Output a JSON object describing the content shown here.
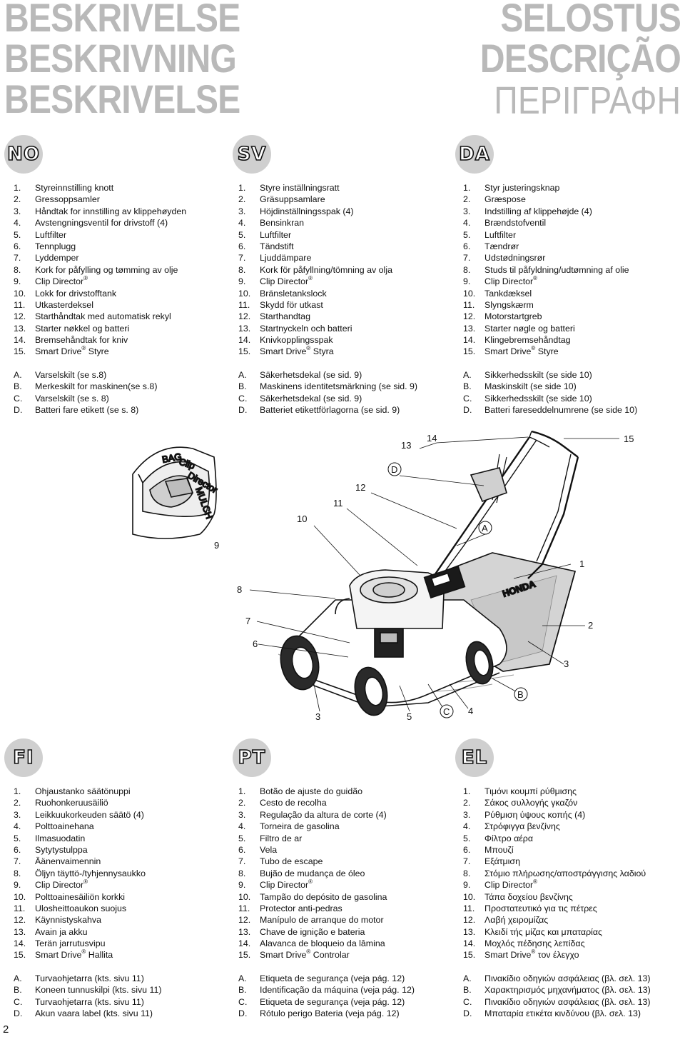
{
  "page": {
    "title_left": [
      "BESKRIVELSE",
      "BESKRIVNING",
      "BESKRIVELSE"
    ],
    "title_right": [
      "SELOSTUS",
      "DESCRIÇÃO",
      "ΠΕΡΙΓΡΑΦΗ"
    ],
    "page_number": "2"
  },
  "sections": {
    "no": {
      "code": "NO",
      "items": [
        {
          "n": "1.",
          "t": "Styreinnstilling knott"
        },
        {
          "n": "2.",
          "t": "Gressoppsamler"
        },
        {
          "n": "3.",
          "t": "Håndtak for innstilling av klippehøyden"
        },
        {
          "n": "4.",
          "t": "Avstengningsventil for drivstoff (4)"
        },
        {
          "n": "5.",
          "t": "Luftfilter"
        },
        {
          "n": "6.",
          "t": "Tennplugg"
        },
        {
          "n": "7.",
          "t": "Lyddemper"
        },
        {
          "n": "8.",
          "t": "Kork for påfylling og tømming av olje"
        },
        {
          "n": "9.",
          "t": "Clip Director",
          "sup": "®"
        },
        {
          "n": "10.",
          "t": "Lokk for drivstofftank"
        },
        {
          "n": "11.",
          "t": "Utkasterdeksel"
        },
        {
          "n": "12.",
          "t": "Starthåndtak med automatisk rekyl"
        },
        {
          "n": "13.",
          "t": "Starter nøkkel og batteri"
        },
        {
          "n": "14.",
          "t": "Bremsehåndtak for kniv"
        },
        {
          "n": "15.",
          "t": "Smart Drive",
          "sup": "®",
          "t2": " Styre"
        }
      ],
      "labels": [
        {
          "n": "A.",
          "t": "Varselskilt (se s.8)"
        },
        {
          "n": "B.",
          "t": "Merkeskilt for maskinen(se s.8)"
        },
        {
          "n": "C.",
          "t": "Varselskilt (se s. 8)"
        },
        {
          "n": "D.",
          "t": "Batteri fare etikett (se s. 8)"
        }
      ]
    },
    "sv": {
      "code": "SV",
      "items": [
        {
          "n": "1.",
          "t": "Styre inställningsratt"
        },
        {
          "n": "2.",
          "t": "Gräsuppsamlare"
        },
        {
          "n": "3.",
          "t": "Höjdinställningsspak (4)"
        },
        {
          "n": "4.",
          "t": "Bensinkran"
        },
        {
          "n": "5.",
          "t": "Luftfilter"
        },
        {
          "n": "6.",
          "t": "Tändstift"
        },
        {
          "n": "7.",
          "t": "Ljuddämpare"
        },
        {
          "n": "8.",
          "t": "Kork för påfyllning/tömning av olja"
        },
        {
          "n": "9.",
          "t": "Clip Director",
          "sup": "®"
        },
        {
          "n": "10.",
          "t": "Bränsletankslock"
        },
        {
          "n": "11.",
          "t": "Skydd för utkast"
        },
        {
          "n": "12.",
          "t": "Starthandtag"
        },
        {
          "n": "13.",
          "t": "Startnyckeln och batteri"
        },
        {
          "n": "14.",
          "t": "Knivkopplingsspak"
        },
        {
          "n": "15.",
          "t": "Smart Drive",
          "sup": "®",
          "t2": " Styra"
        }
      ],
      "labels": [
        {
          "n": "A.",
          "t": "Säkerhetsdekal (se sid. 9)"
        },
        {
          "n": "B.",
          "t": "Maskinens identitetsmärkning (se sid. 9)"
        },
        {
          "n": "C.",
          "t": "Säkerhetsdekal (se sid. 9)"
        },
        {
          "n": "D.",
          "t": "Batteriet etikettförlagorna (se sid. 9)"
        }
      ]
    },
    "da": {
      "code": "DA",
      "items": [
        {
          "n": "1.",
          "t": "Styr justeringsknap"
        },
        {
          "n": "2.",
          "t": "Græspose"
        },
        {
          "n": "3.",
          "t": "Indstilling af klippehøjde (4)"
        },
        {
          "n": "4.",
          "t": "Brændstofventil"
        },
        {
          "n": "5.",
          "t": "Luftfilter"
        },
        {
          "n": "6.",
          "t": "Tændrør"
        },
        {
          "n": "7.",
          "t": "Udstødningsrør"
        },
        {
          "n": "8.",
          "t": "Studs til påfyldning/udtømning af olie"
        },
        {
          "n": "9.",
          "t": "Clip Director",
          "sup": "®"
        },
        {
          "n": "10.",
          "t": "Tankdæksel"
        },
        {
          "n": "11.",
          "t": "Slyngskærm"
        },
        {
          "n": "12.",
          "t": "Motorstartgreb"
        },
        {
          "n": "13.",
          "t": "Starter nøgle og batteri"
        },
        {
          "n": "14.",
          "t": "Klingebremsehåndtag"
        },
        {
          "n": "15.",
          "t": "Smart Drive",
          "sup": "®",
          "t2": " Styre"
        }
      ],
      "labels": [
        {
          "n": "A.",
          "t": "Sikkerhedsskilt (se side 10)"
        },
        {
          "n": "B.",
          "t": "Maskinskilt (se side 10)"
        },
        {
          "n": "C.",
          "t": "Sikkerhedsskilt (se side 10)"
        },
        {
          "n": "D.",
          "t": "Batteri fareseddelnumrene (se side 10)"
        }
      ]
    },
    "fi": {
      "code": "FI",
      "items": [
        {
          "n": "1.",
          "t": "Ohjaustanko säätönuppi"
        },
        {
          "n": "2.",
          "t": "Ruohonkeruusäiliö"
        },
        {
          "n": "3.",
          "t": "Leikkuukorkeuden säätö (4)"
        },
        {
          "n": "4.",
          "t": "Polttoainehana"
        },
        {
          "n": "5.",
          "t": "Ilmasuodatin"
        },
        {
          "n": "6.",
          "t": "Sytytystulppa"
        },
        {
          "n": "7.",
          "t": "Äänenvaimennin"
        },
        {
          "n": "8.",
          "t": "Öljyn täyttö-/tyhjennysaukko"
        },
        {
          "n": "9.",
          "t": "Clip Director",
          "sup": "®"
        },
        {
          "n": "10.",
          "t": "Polttoainesäiliön korkki"
        },
        {
          "n": "11.",
          "t": "Ulosheittoaukon suojus"
        },
        {
          "n": "12.",
          "t": "Käynnistyskahva"
        },
        {
          "n": "13.",
          "t": "Avain ja akku"
        },
        {
          "n": "14.",
          "t": "Terän jarrutusvipu"
        },
        {
          "n": "15.",
          "t": "Smart Drive",
          "sup": "®",
          "t2": " Hallita"
        }
      ],
      "labels": [
        {
          "n": "A.",
          "t": "Turvaohjetarra (kts. sivu 11)"
        },
        {
          "n": "B.",
          "t": "Koneen tunnuskilpi (kts. sivu 11)"
        },
        {
          "n": "C.",
          "t": "Turvaohjetarra (kts. sivu 11)"
        },
        {
          "n": "D.",
          "t": "Akun vaara label (kts. sivu 11)"
        }
      ]
    },
    "pt": {
      "code": "PT",
      "items": [
        {
          "n": "1.",
          "t": "Botão de ajuste do guidão"
        },
        {
          "n": "2.",
          "t": "Cesto de recolha"
        },
        {
          "n": "3.",
          "t": "Regulação da altura de corte (4)"
        },
        {
          "n": "4.",
          "t": "Torneira de gasolina"
        },
        {
          "n": "5.",
          "t": "Filtro de ar"
        },
        {
          "n": "6.",
          "t": "Vela"
        },
        {
          "n": "7.",
          "t": "Tubo de escape"
        },
        {
          "n": "8.",
          "t": "Bujão de mudança de óleo"
        },
        {
          "n": "9.",
          "t": "Clip Director",
          "sup": "®"
        },
        {
          "n": "10.",
          "t": "Tampão do depósito de gasolina"
        },
        {
          "n": "11.",
          "t": "Protector anti-pedras"
        },
        {
          "n": "12.",
          "t": "Manípulo de arranque do motor"
        },
        {
          "n": "13.",
          "t": "Chave de ignição e bateria"
        },
        {
          "n": "14.",
          "t": "Alavanca de bloqueio da lâmina"
        },
        {
          "n": "15.",
          "t": "Smart Drive",
          "sup": "®",
          "t2": " Controlar"
        }
      ],
      "labels": [
        {
          "n": "A.",
          "t": "Etiqueta de segurança (veja pág. 12)"
        },
        {
          "n": "B.",
          "t": "Identificação da máquina (veja pág. 12)"
        },
        {
          "n": "C.",
          "t": "Etiqueta de segurança (veja pág. 12)"
        },
        {
          "n": "D.",
          "t": "Rótulo perigo Bateria (veja pág. 12)"
        }
      ]
    },
    "el": {
      "code": "EL",
      "items": [
        {
          "n": "1.",
          "t": "Τιμόνι κουμπί ρύθμισης"
        },
        {
          "n": "2.",
          "t": "Σάκος συλλογής γκαζόν"
        },
        {
          "n": "3.",
          "t": "Ρύθμιση ύψους κοπής (4)"
        },
        {
          "n": "4.",
          "t": "Στρόφιγγα βενζίνης"
        },
        {
          "n": "5.",
          "t": "Φίλτρο αέρα"
        },
        {
          "n": "6.",
          "t": "Μπουζί"
        },
        {
          "n": "7.",
          "t": "Εξάτμιση"
        },
        {
          "n": "8.",
          "t": "Στόμιο πλήρωσης/αποστράγγισης λαδιού"
        },
        {
          "n": "9.",
          "t": "Clip Director",
          "sup": "®"
        },
        {
          "n": "10.",
          "t": "Τάπα δοχείου βενζίνης"
        },
        {
          "n": "11.",
          "t": "Προστατευτικό για τις πέτρες"
        },
        {
          "n": "12.",
          "t": "Λαβή χειρομίζας"
        },
        {
          "n": "13.",
          "t": "Κλειδί τής μίζας και μπαταρίας"
        },
        {
          "n": "14.",
          "t": "Μοχλός πέδησης λεπίδας"
        },
        {
          "n": "15.",
          "t": "Smart Drive",
          "sup": "®",
          "t2": " τον έλεγχο"
        }
      ],
      "labels": [
        {
          "n": "A.",
          "t": "Πινακίδιο οδηγιών ασφάλειας (βλ. σελ. 13)"
        },
        {
          "n": "B.",
          "t": "Χαρακτηρισμός μηχανήματος (βλ. σελ. 13)"
        },
        {
          "n": "C.",
          "t": "Πινακίδιο οδηγιών ασφάλειας (βλ. σελ. 13)"
        },
        {
          "n": "D.",
          "t": "Μπαταρία ετικέτα κινδύνου (βλ. σελ. 13)"
        }
      ]
    }
  },
  "diagram": {
    "callouts": [
      "13",
      "14",
      "15",
      "D",
      "12",
      "11",
      "10",
      "A",
      "9",
      "1",
      "8",
      "7",
      "2",
      "6",
      "3",
      "B",
      "3",
      "5",
      "C",
      "4"
    ],
    "brand": "HONDA",
    "inset_text": [
      "Clip",
      "Director",
      "MULCH",
      "BAG"
    ]
  }
}
